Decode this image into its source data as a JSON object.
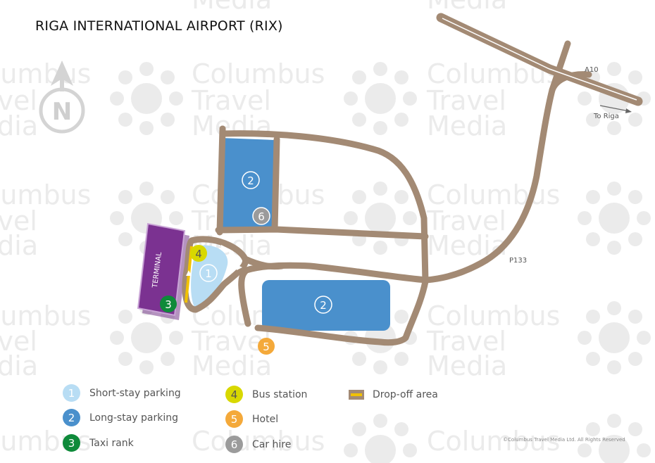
{
  "title": "RIGA INTERNATIONAL AIRPORT (RIX)",
  "compass": {
    "letter": "N",
    "icon": "north-arrow-icon"
  },
  "road_labels": {
    "a10": "A10",
    "to_riga": "To Riga",
    "p133": "P133"
  },
  "terminal_label": "TERMINAL",
  "watermark": {
    "line1": "Columbus",
    "line2": "Travel",
    "line3": "Media"
  },
  "markers": {
    "short_stay": "1",
    "long_stay_north": "2",
    "long_stay_south": "2",
    "taxi": "3",
    "bus": "4",
    "hotel": "5",
    "car_hire": "6"
  },
  "legend": [
    {
      "num": "1",
      "label": "Short-stay parking",
      "color": "#b8ddf4"
    },
    {
      "num": "2",
      "label": "Long-stay parking",
      "color": "#4a90cc"
    },
    {
      "num": "3",
      "label": "Taxi rank",
      "color": "#0e8a3a"
    },
    {
      "num": "4",
      "label": "Bus station",
      "color": "#d8d800"
    },
    {
      "num": "5",
      "label": "Hotel",
      "color": "#f4a93a"
    },
    {
      "num": "6",
      "label": "Car hire",
      "color": "#9b9b9b"
    }
  ],
  "legend_dropoff": "Drop-off area",
  "copyright": "©Columbus Travel Media Ltd. All Rights Reserved",
  "colors": {
    "road": "#a38a74",
    "road_center": "#ffffff",
    "dropoff": "#f2c200",
    "terminal": "#7b3291",
    "long_stay": "#4a90cc",
    "short_stay": "#b8ddf4",
    "watermark": "#ebebeb"
  }
}
